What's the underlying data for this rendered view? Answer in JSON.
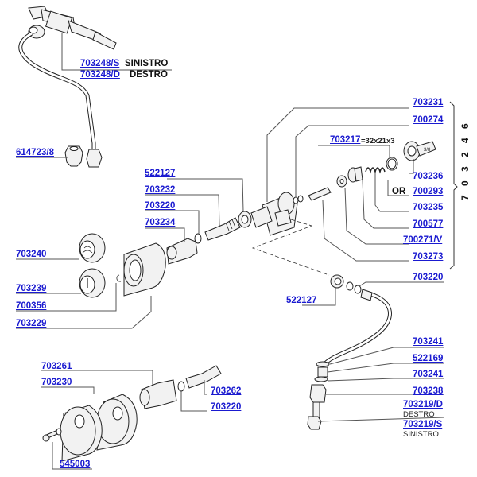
{
  "diagram": {
    "title": "Exploded parts diagram - steam valve / pipe assembly",
    "assembly_code": "7 0 3 2 4 6",
    "parts": {
      "p703248S": {
        "code": "703248/S",
        "desc": "SINISTRO"
      },
      "p703248D": {
        "code": "703248/D",
        "desc": "DESTRO"
      },
      "p614723": {
        "code": "614723/8"
      },
      "p703231": {
        "code": "703231"
      },
      "p700274": {
        "code": "700274"
      },
      "p703217": {
        "code": "703217",
        "spec": "=32x21x3"
      },
      "p703236": {
        "code": "703236"
      },
      "p700293": {
        "code": "700293",
        "prefix": "OR"
      },
      "p703235": {
        "code": "703235"
      },
      "p700577": {
        "code": "700577"
      },
      "p700271V": {
        "code": "700271/V"
      },
      "p703273": {
        "code": "703273"
      },
      "p522127a": {
        "code": "522127"
      },
      "p703232": {
        "code": "703232"
      },
      "p703220a": {
        "code": "703220"
      },
      "p703234": {
        "code": "703234"
      },
      "p703240": {
        "code": "703240"
      },
      "p703239": {
        "code": "703239"
      },
      "p700356": {
        "code": "700356"
      },
      "p703229": {
        "code": "703229"
      },
      "p703220b": {
        "code": "703220"
      },
      "p522127b": {
        "code": "522127"
      },
      "p703241a": {
        "code": "703241"
      },
      "p522169": {
        "code": "522169"
      },
      "p703241b": {
        "code": "703241"
      },
      "p703238": {
        "code": "703238"
      },
      "p703219D": {
        "code": "703219/D",
        "desc": "DESTRO"
      },
      "p703219S": {
        "code": "703219/S",
        "desc": "SINISTRO"
      },
      "p703261": {
        "code": "703261"
      },
      "p703230": {
        "code": "703230"
      },
      "p703262": {
        "code": "703262"
      },
      "p703220c": {
        "code": "703220"
      },
      "p545003": {
        "code": "545003"
      }
    },
    "fitting_marking": "3/8",
    "colors": {
      "link": "#1a1ad0",
      "text": "#111111",
      "line": "#555555"
    }
  }
}
